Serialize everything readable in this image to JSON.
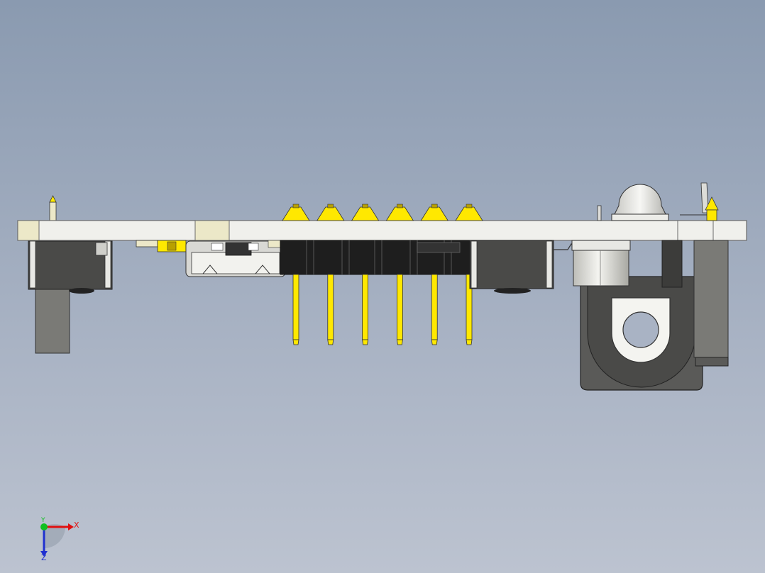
{
  "axes": {
    "x_label": "X",
    "y_label": "Y",
    "z_label": "Z",
    "x_color": "#e01010",
    "y_color": "#10c020",
    "z_color": "#2030d0"
  },
  "colors": {
    "pcb": "#f0f0ec",
    "pcb_edge": "#6a6a6a",
    "pin_gold": "#ffe800",
    "pin_dark": "#b8a000",
    "header_black": "#1e1e1e",
    "header_dark": "#333333",
    "component_gray": "#6a6a66",
    "component_dark": "#4a4a48",
    "metal_light": "#dcdcd8",
    "cream": "#ece8c8",
    "jack_body": "#5a5a58"
  },
  "header": {
    "pin_count": 6
  }
}
